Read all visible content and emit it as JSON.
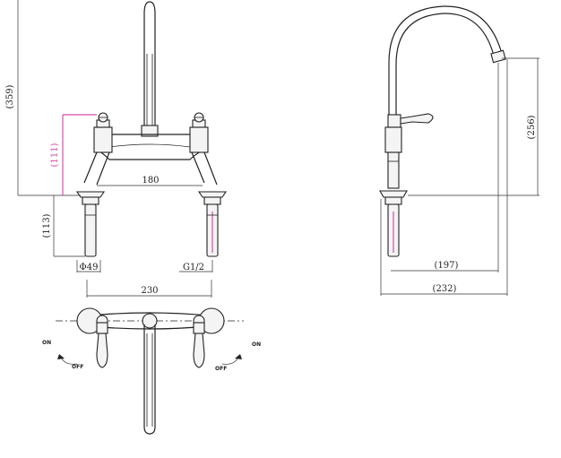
{
  "front_view": {
    "dims": {
      "overall_height": "(359)",
      "handle_height": "(111)",
      "centres": "180",
      "below_deck": "(113)",
      "shank_diameter": "Φ49",
      "thread": "G1/2",
      "overall_width": "230"
    }
  },
  "side_view": {
    "dims": {
      "spout_height": "(256)",
      "spout_reach": "(197)",
      "overall_depth": "(232)"
    }
  },
  "top_view": {
    "left_on": "ON",
    "left_off": "OFF",
    "right_on": "ON",
    "right_off": "OFF"
  }
}
